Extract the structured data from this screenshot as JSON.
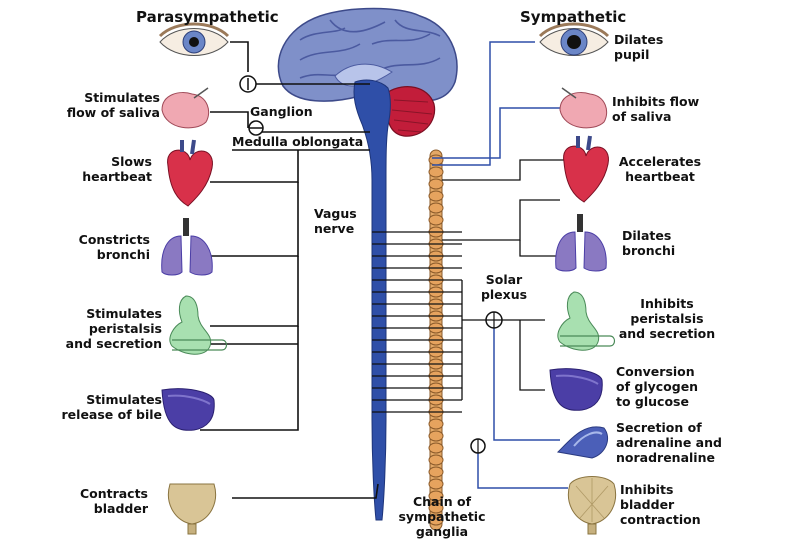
{
  "headers": {
    "left": "Parasympathetic",
    "right": "Sympathetic"
  },
  "center_labels": {
    "ganglion": "Ganglion",
    "medulla": "Medulla oblongata",
    "vagus": "Vagus\nnerve",
    "solar": "Solar\nplexus",
    "chain": "Chain of\nsympathetic\nganglia"
  },
  "left_effects": [
    "Stimulates\nflow of saliva",
    "Slows\nheartbeat",
    "Constricts\nbronchi",
    "Stimulates\nperistalsis\nand secretion",
    "Stimulates\nrelease of bile",
    "Contracts\nbladder"
  ],
  "right_effects": [
    "Dilates\npupil",
    "Inhibits flow\nof saliva",
    "Accelerates\nheartbeat",
    "Dilates\nbronchi",
    "Inhibits\nperistalsis\nand secretion",
    "Conversion\nof glycogen\nto glucose",
    "Secretion of\nadrenaline and\nnoradrenaline",
    "Inhibits\nbladder\ncontraction"
  ],
  "colors": {
    "nerve_blue": "#2f4fa8",
    "brain": "#7f90c9",
    "cerebellum": "#c21d3a",
    "chain": "#e3a867",
    "heart": "#d8314a",
    "lung": "#8a79c2",
    "stomach": "#a8e0b0",
    "liver": "#4b3ea6",
    "gland": "#f0b0b8",
    "bladder": "#d9c596"
  },
  "icons": [
    "eye-icon",
    "salivary-gland-icon",
    "heart-icon",
    "lungs-icon",
    "stomach-icon",
    "liver-icon",
    "adrenal-icon",
    "bladder-icon",
    "brain-icon"
  ]
}
